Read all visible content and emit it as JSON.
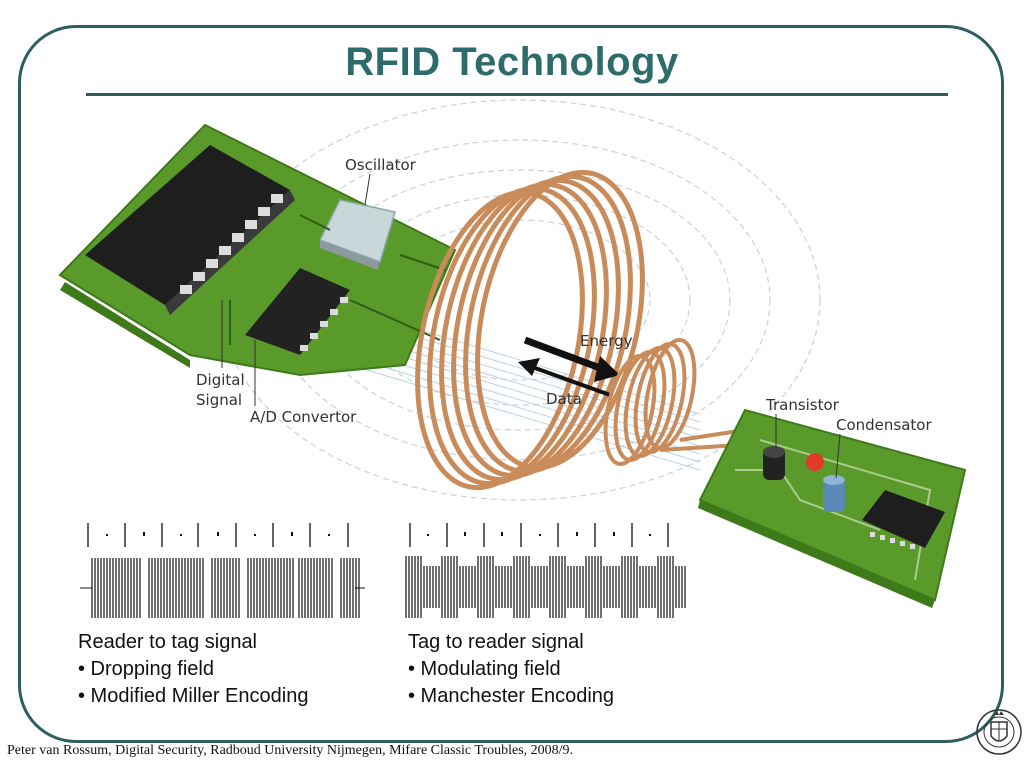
{
  "slide": {
    "title": "RFID Technology",
    "footer": "Peter van Rossum, Digital Security, Radboud University Nijmegen, Mifare Classic Troubles, 2008/9."
  },
  "diagram": {
    "labels": {
      "oscillator": "Oscillator",
      "digital_signal_1": "Digital",
      "digital_signal_2": "Signal",
      "ad_convertor": "A/D Convertor",
      "energy": "Energy",
      "data": "Data",
      "transistor": "Transistor",
      "condensator": "Condensator"
    },
    "colors": {
      "pcb": "#5a9a2a",
      "coil": "#c98b5a",
      "chip": "#222222",
      "frame": "#2e5e5e",
      "title": "#2e6b6b"
    }
  },
  "signals": {
    "reader_to_tag": {
      "title": "Reader to tag signal",
      "bullets": [
        "• Dropping field",
        "• Modified Miller Encoding"
      ]
    },
    "tag_to_reader": {
      "title": "Tag to reader signal",
      "bullets": [
        "• Modulating field",
        "• Manchester Encoding"
      ]
    }
  },
  "logo": {
    "icon": "radboud-university-seal-icon"
  }
}
